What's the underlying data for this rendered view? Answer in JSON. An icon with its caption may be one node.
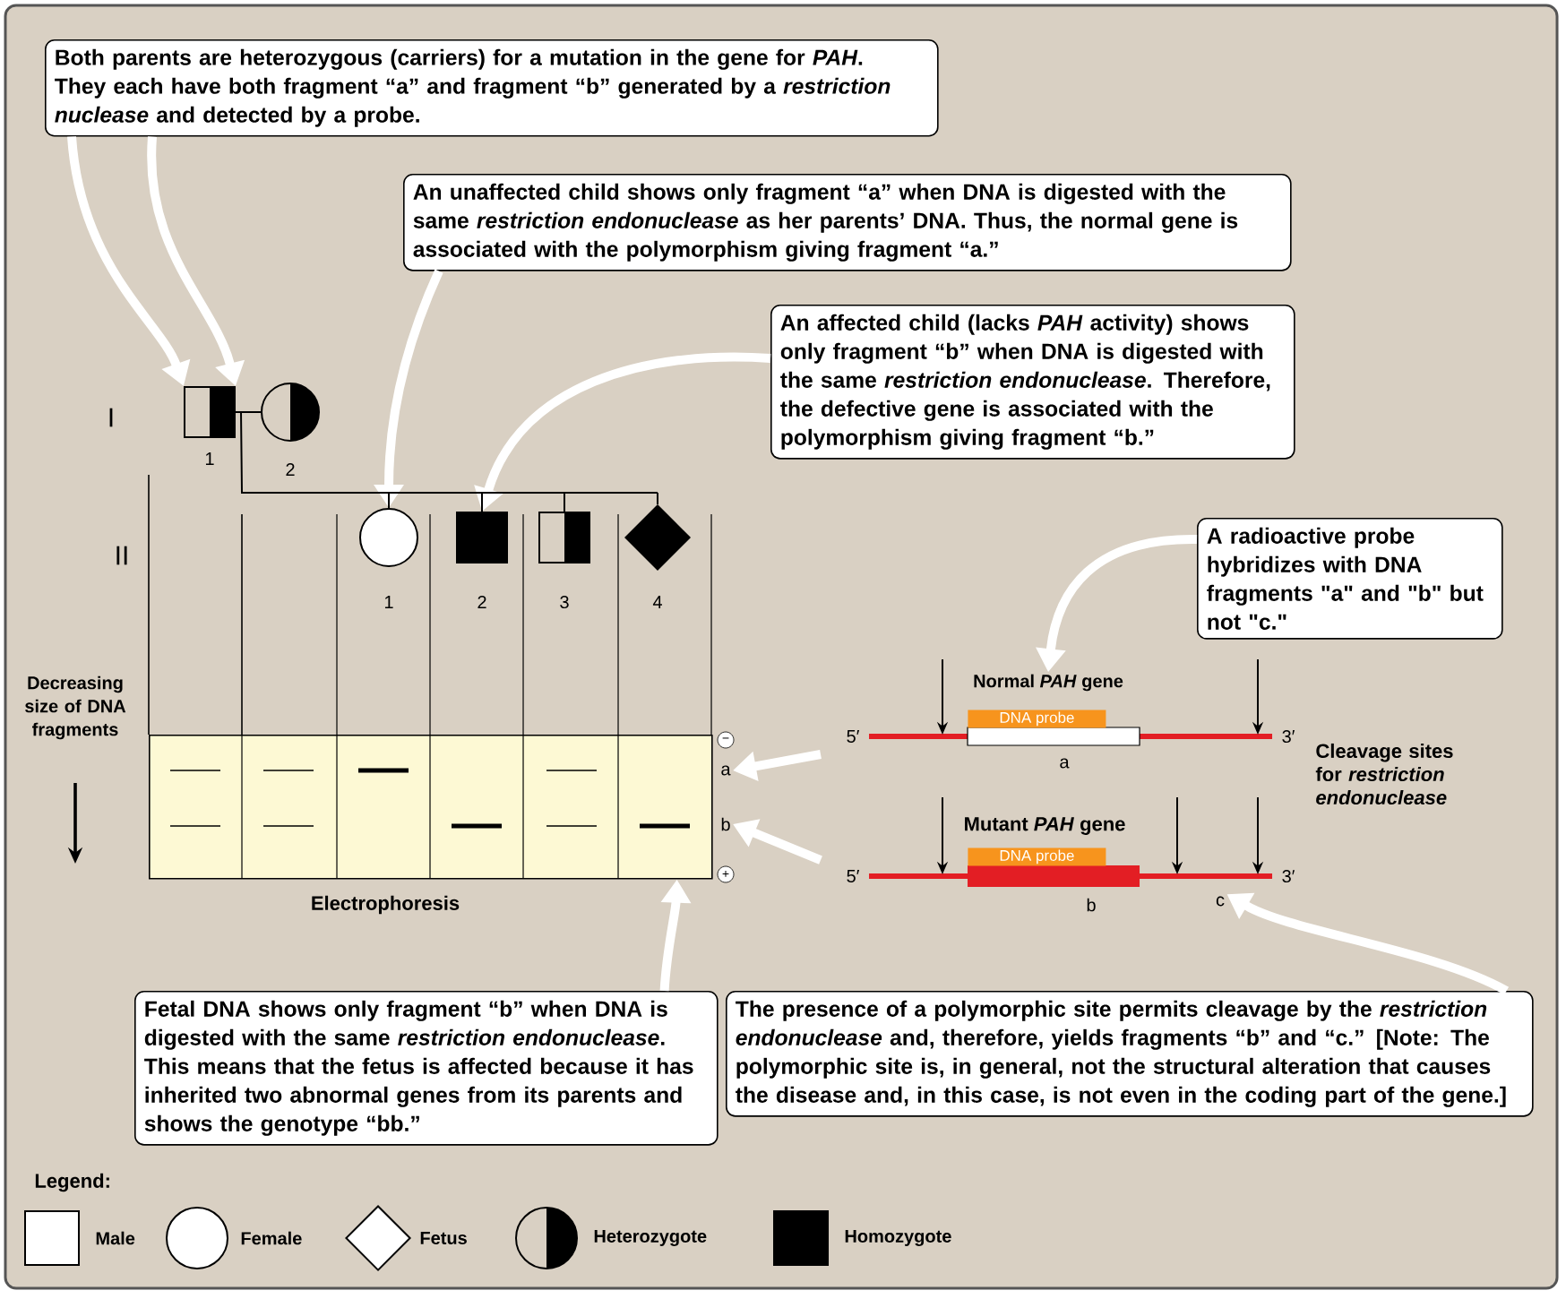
{
  "diagram": {
    "nodes": [
      {
        "text": [
          "Both parents are heterozygous (carriers) for a mutation in the gene for *PAH*. They each have both fragment “a” and fragment “b” generated by a *restriction nuclease* and detected by a probe."
        ]
      },
      {
        "text": [
          "An unaffected child shows only fragment “a” when DNA is digested with the same *restriction endonuclease* as her parents’ DNA. Thus, the normal gene is associated with the polymorphism giving fragment “a.”"
        ]
      },
      {
        "text": [
          "An affected child (lacks *PAH* activity) shows only fragment “b” when DNA is digested with the same *restriction endonuclease*. Therefore, the defective gene is associated with the polymorphism giving fragment “b.”"
        ]
      },
      {
        "text": [
          "A radioactive probe hybridizes with DNA fragments \"a\" and \"b\" but not \"c.\""
        ]
      },
      {
        "text": [
          "Fetal DNA shows only fragment “b” when DNA is digested with the same *restriction endonuclease*. This means that the fetus is affected because it has inherited two abnormal genes from its parents and shows the genotype “bb.”"
        ]
      },
      {
        "text": [
          "The presence of a polymorphic site permits cleavage by the *restriction endonuclease* and, therefore, yields fragments “b” and “c.” [Note: The polymorphic site is, in general, not the structural alteration that causes the disease and, in this case, is not even in the coding part of the gene.]"
        ]
      },
      {
        "text": [],
        "shape": "box",
        "beside": [
          "1"
        ]
      },
      {
        "text": [],
        "shape": "circle",
        "beside": [
          "2"
        ]
      },
      {
        "text": [],
        "shape": "circle",
        "beside": [
          "1"
        ]
      },
      {
        "text": [],
        "shape": "box",
        "beside": [
          "2"
        ]
      },
      {
        "text": [],
        "shape": "box",
        "beside": [
          "3"
        ]
      },
      {
        "text": [],
        "shape": "diamond",
        "beside": [
          "4"
        ]
      },
      {
        "text": [
          "a"
        ]
      },
      {
        "text": [
          "b"
        ]
      },
      {
        "text": [
          "Normal *PAH* gene"
        ]
      },
      {
        "text": [],
        "shape": "box",
        "beside": [
          "−",
          "+"
        ]
      },
      {
        "text": [
          "c"
        ]
      },
      {
        "text": [
          "DNA probe"
        ]
      },
      {
        "text": [
          "DNA probe"
        ]
      }
    ],
    "edges": [
      {
        "from": 0,
        "to": 6,
        "arrow": "to"
      },
      {
        "from": 0,
        "to": 6,
        "arrow": "to"
      },
      {
        "from": 1,
        "to": 8,
        "arrow": "to"
      },
      {
        "from": 2,
        "to": 9,
        "arrow": "to"
      },
      {
        "from": 3,
        "to": 14,
        "arrow": "to"
      },
      {
        "from": null,
        "to": 12,
        "arrow": "to"
      },
      {
        "from": null,
        "to": 13,
        "arrow": "to"
      },
      {
        "from": 4,
        "to": 15,
        "arrow": "to"
      },
      {
        "from": 5,
        "to": 16,
        "arrow": "to"
      },
      {
        "from": 6,
        "to": 7,
        "arrow": "none",
        "color": "#000000"
      },
      {
        "from": 6,
        "to": 8,
        "arrow": "none",
        "color": "#000000"
      },
      {
        "from": 6,
        "to": 9,
        "arrow": "none",
        "color": "#000000"
      },
      {
        "from": 6,
        "to": 10,
        "arrow": "none",
        "color": "#000000"
      },
      {
        "from": 6,
        "to": 11,
        "arrow": "none",
        "color": "#000000"
      }
    ],
    "labels": [
      "I",
      "II",
      "Decreasing size of DNA fragments",
      "5′",
      "3′",
      "a",
      "Cleavage sites for *restriction endonuclease*",
      "Mutant *PAH* gene",
      "5′",
      "3′",
      "b",
      "Electrophoresis",
      "Legend:"
    ],
    "legend": [
      {
        "text": "Male"
      },
      {
        "text": "Female"
      },
      {
        "text": "Fetus"
      },
      {
        "text": "Heterozygote"
      },
      {
        "text": "Homozygote"
      }
    ]
  }
}
